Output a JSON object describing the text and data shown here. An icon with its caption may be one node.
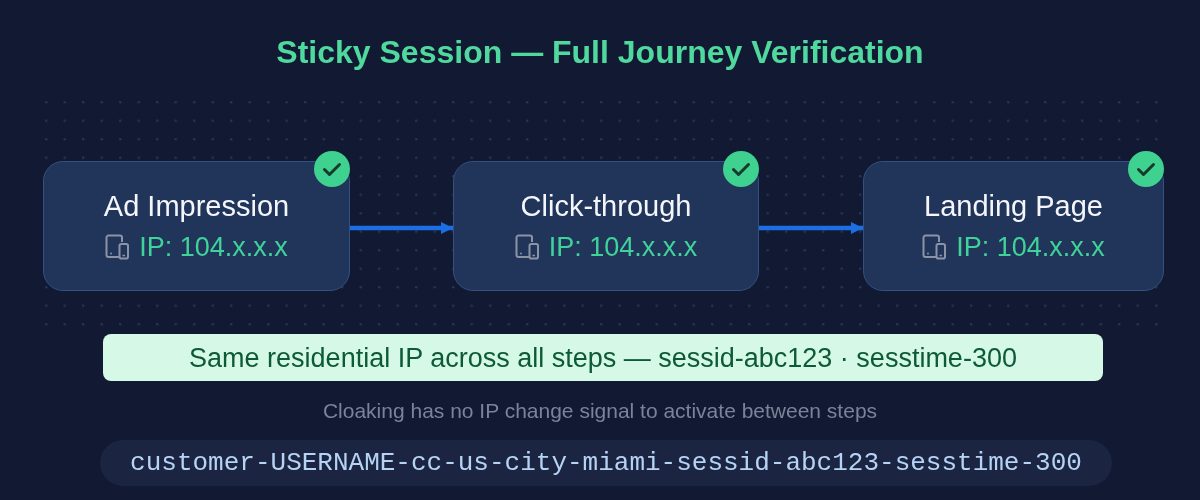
{
  "diagram": {
    "title": "Sticky Session — Full Journey Verification",
    "nodes": [
      {
        "text": [
          "Ad Impression",
          "IP: 104.x.x.x"
        ]
      },
      {
        "text": [
          "Click-through",
          "IP: 104.x.x.x"
        ]
      },
      {
        "text": [
          "Landing Page",
          "IP: 104.x.x.x"
        ]
      },
      {
        "text": [
          "Same residential IP across all steps — sessid-abc123 · sesstime-300"
        ]
      },
      {
        "text": [
          "customer-USERNAME-cc-us-city-miami-sessid-abc123-sesstime-300"
        ]
      }
    ],
    "edges": [
      {
        "from": 0,
        "to": 1,
        "arrow": "to"
      },
      {
        "from": 1,
        "to": 2,
        "arrow": "to"
      }
    ],
    "labels": [
      "Cloaking has no IP change signal to activate between steps"
    ]
  }
}
